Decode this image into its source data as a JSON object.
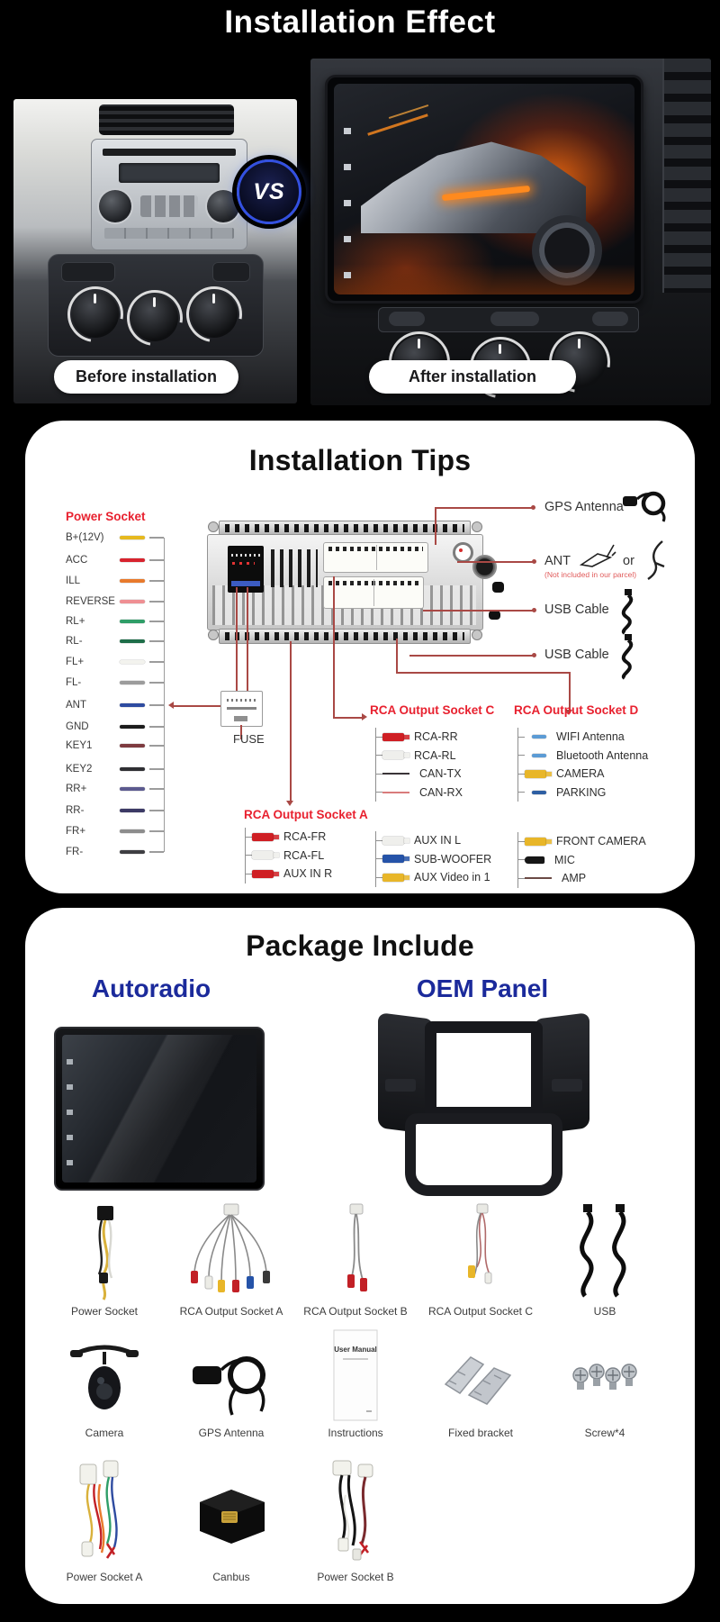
{
  "hero": {
    "title": "Installation Effect",
    "vs_label": "VS",
    "before_label": "Before installation",
    "after_label": "After installation"
  },
  "tips": {
    "title": "Installation Tips",
    "power_socket_label": "Power Socket",
    "wires": [
      {
        "label": "B+(12V)",
        "color": "#e6b91e"
      },
      {
        "label": "ACC",
        "color": "#d8232e"
      },
      {
        "label": "ILL",
        "color": "#e87a2c"
      },
      {
        "label": "REVERSE",
        "color": "#ef8f93"
      },
      {
        "label": "RL+",
        "color": "#2f9e68"
      },
      {
        "label": "RL-",
        "color": "#1e6e49"
      },
      {
        "label": "FL+",
        "color": "#f3f3ee"
      },
      {
        "label": "FL-",
        "color": "#9c9c9c"
      },
      {
        "label": "ANT",
        "color": "#2e4ba0"
      },
      {
        "label": "GND",
        "color": "#1c1c1c"
      },
      {
        "label": "KEY1",
        "color": "#7e3b40"
      },
      {
        "label": "KEY2",
        "color": "#2f2f33"
      },
      {
        "label": "RR+",
        "color": "#5c5a8f"
      },
      {
        "label": "RR-",
        "color": "#3c3a66"
      },
      {
        "label": "FR+",
        "color": "#8d8d8d"
      },
      {
        "label": "FR-",
        "color": "#3e3e42"
      }
    ],
    "fuse_label": "FUSE",
    "gps_label": "GPS Antenna",
    "ant_label": "ANT",
    "ant_note": "(Not included in our parcel)",
    "or_label": "or",
    "usb1_label": "USB Cable",
    "usb2_label": "USB Cable",
    "socket_c": {
      "title": "RCA Output Socket C",
      "rows": [
        {
          "label": "RCA-RR",
          "color": "#cf1f24"
        },
        {
          "label": "RCA-RL",
          "color": "#efefec"
        },
        {
          "label": "CAN-TX",
          "color": "#3a3438"
        },
        {
          "label": "CAN-RX",
          "color": "#d97b7b"
        }
      ]
    },
    "socket_d": {
      "title": "RCA Output Socket D",
      "rows": [
        {
          "label": "WIFI Antenna",
          "color": "#5b9bd5"
        },
        {
          "label": "Bluetooth Antenna",
          "color": "#5b9bd5"
        },
        {
          "label": "CAMERA",
          "color": "#e8b629"
        },
        {
          "label": "PARKING",
          "color": "#2e5fa3"
        }
      ]
    },
    "socket_a": {
      "title": "RCA Output Socket A",
      "rows": [
        {
          "label": "RCA-FR",
          "color": "#cf1f24"
        },
        {
          "label": "RCA-FL",
          "color": "#efefec"
        },
        {
          "label": "AUX IN R",
          "color": "#cf1f24"
        }
      ]
    },
    "aux_group": {
      "rows": [
        {
          "label": "AUX IN L",
          "color": "#efefec"
        },
        {
          "label": "SUB-WOOFER",
          "color": "#2553a8"
        },
        {
          "label": "AUX Video in 1",
          "color": "#e8b629"
        }
      ]
    },
    "out_group": {
      "rows": [
        {
          "label": "FRONT CAMERA",
          "color": "#e8b629"
        },
        {
          "label": "MIC",
          "color": "#161616"
        },
        {
          "label": "AMP",
          "color": "#6b4a45"
        }
      ]
    }
  },
  "package": {
    "title": "Package Include",
    "autoradio_label": "Autoradio",
    "oem_label": "OEM Panel",
    "manual_text": "User Manual",
    "row1": [
      {
        "label": "Power Socket"
      },
      {
        "label": "RCA Output Socket A"
      },
      {
        "label": "RCA Output Socket B"
      },
      {
        "label": "RCA Output Socket C"
      },
      {
        "label": "USB"
      }
    ],
    "row2": [
      {
        "label": "Camera"
      },
      {
        "label": "GPS Antenna"
      },
      {
        "label": "Instructions"
      },
      {
        "label": "Fixed bracket"
      },
      {
        "label": "Screw*4"
      }
    ],
    "row3": [
      {
        "label": "Power Socket A"
      },
      {
        "label": "Canbus"
      },
      {
        "label": "Power Socket B"
      }
    ]
  }
}
